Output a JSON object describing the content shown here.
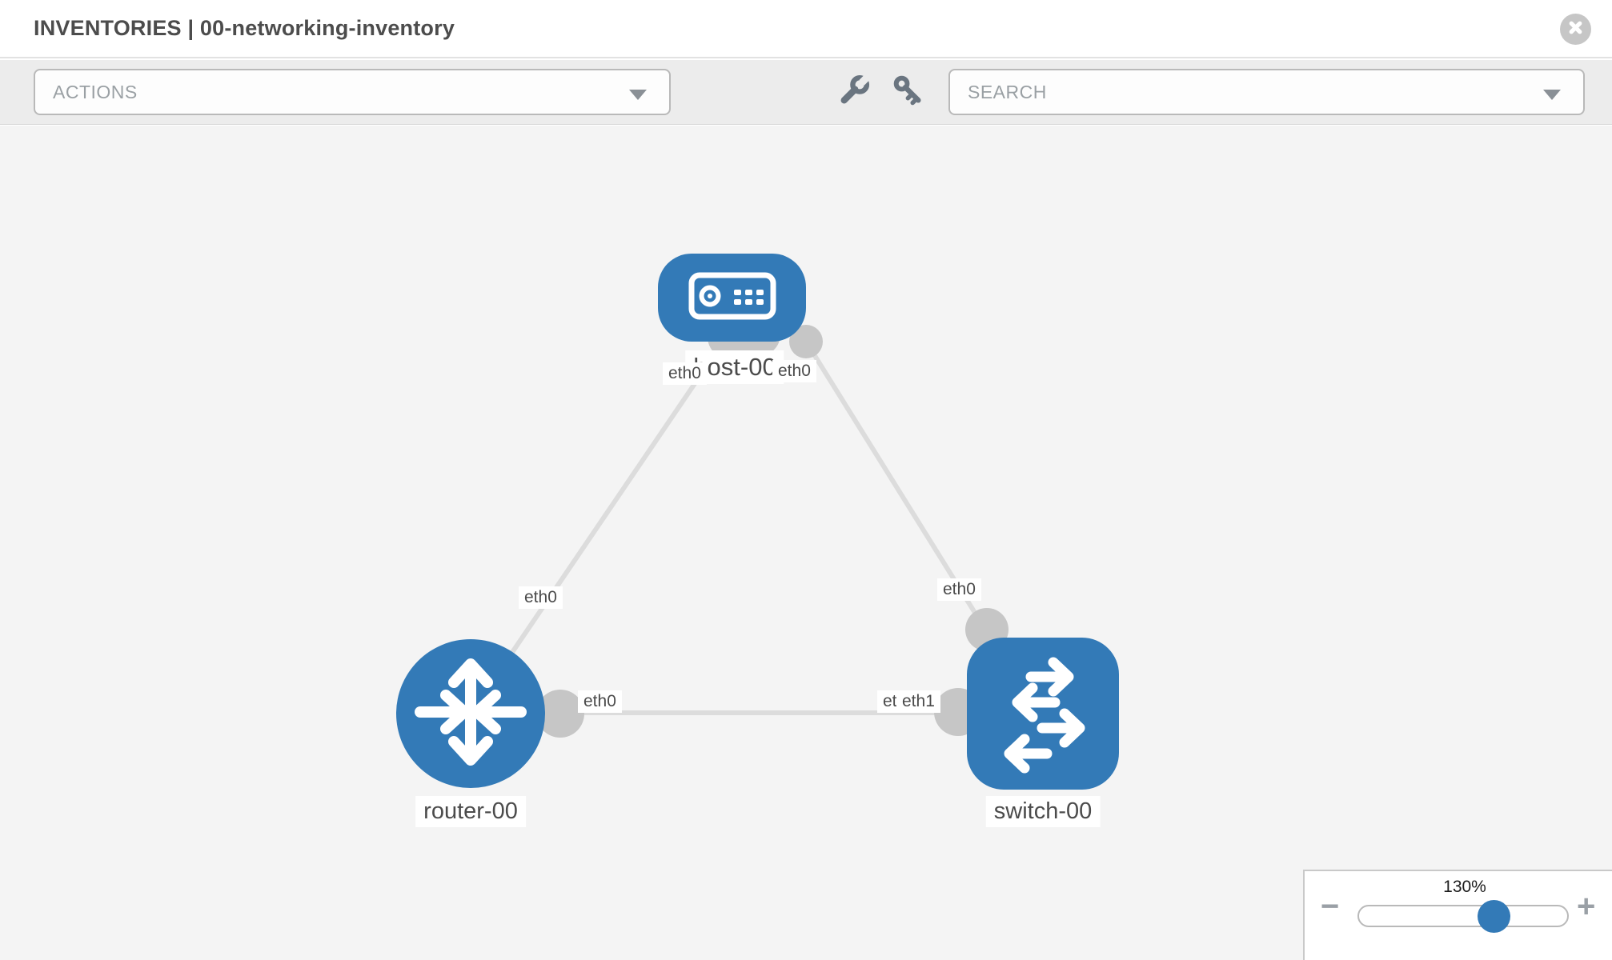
{
  "header": {
    "title": "INVENTORIES | 00-networking-inventory"
  },
  "toolbar": {
    "actions_label": "ACTIONS",
    "search_label": "SEARCH",
    "icons": [
      "wrench-icon",
      "key-icon"
    ]
  },
  "topology": {
    "nodes": [
      {
        "id": "host-00",
        "label": "host-00",
        "type": "host"
      },
      {
        "id": "router-00",
        "label": "router-00",
        "type": "router"
      },
      {
        "id": "switch-00",
        "label": "switch-00",
        "type": "switch"
      }
    ],
    "links": [
      {
        "from": "router-00",
        "to": "host-00",
        "from_interface": "eth0",
        "to_interface": "eth0"
      },
      {
        "from": "host-00",
        "to": "switch-00",
        "from_interface": "eth0",
        "to_interface": "eth0"
      },
      {
        "from": "router-00",
        "to": "switch-00",
        "from_interface": "eth0",
        "to_interface": "eth1"
      }
    ],
    "interface_labels": {
      "host_left": "eth0",
      "host_right": "eth0",
      "router_host_mid": "eth0",
      "switch_host_top": "eth0",
      "router_switch_near_router": "eth0",
      "router_switch_under": "eth0",
      "router_switch_near_switch": "eth1"
    }
  },
  "zoom_control": {
    "level_label": "130%",
    "percent": 130,
    "minus_label": "−",
    "plus_label": "+"
  },
  "colors": {
    "node_blue": "#337ab7",
    "link_gray": "#dcdcdc",
    "port_gray": "#c6c6c6",
    "canvas_bg": "#f4f4f4",
    "toolbar_bg": "#ececec"
  }
}
